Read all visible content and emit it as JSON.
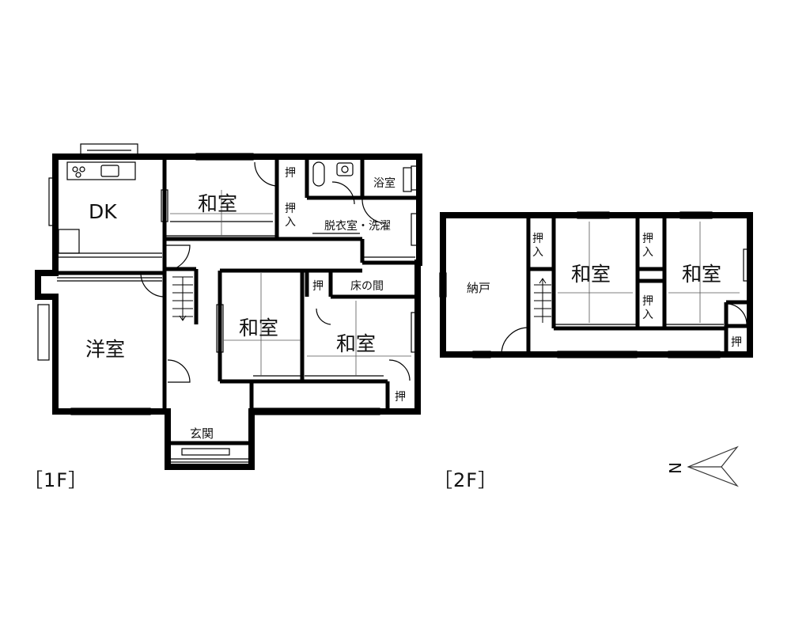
{
  "floor1": {
    "label": "［1F］",
    "rooms": {
      "dk": "DK",
      "washitsu_north": "和室",
      "oshi_1": "押",
      "oshiire_1": "押入",
      "yokushitsu": "浴室",
      "datsuishitsu": "脱衣室・洗濯",
      "yoshitsu": "洋室",
      "washitsu_center": "和室",
      "oshi_2": "押",
      "tokonoma": "床の間",
      "washitsu_east": "和室",
      "oshi_3": "押",
      "genkan": "玄関"
    }
  },
  "floor2": {
    "label": "［2F］",
    "rooms": {
      "nando": "納戸",
      "oshiire_a": "押入",
      "washitsu_a": "和室",
      "oshiire_b": "押入",
      "oshiire_c": "押入",
      "washitsu_b": "和室",
      "oshi_d": "押"
    }
  },
  "compass": {
    "north": "N"
  },
  "colors": {
    "wall": "#000000",
    "fixture": "#444444"
  }
}
